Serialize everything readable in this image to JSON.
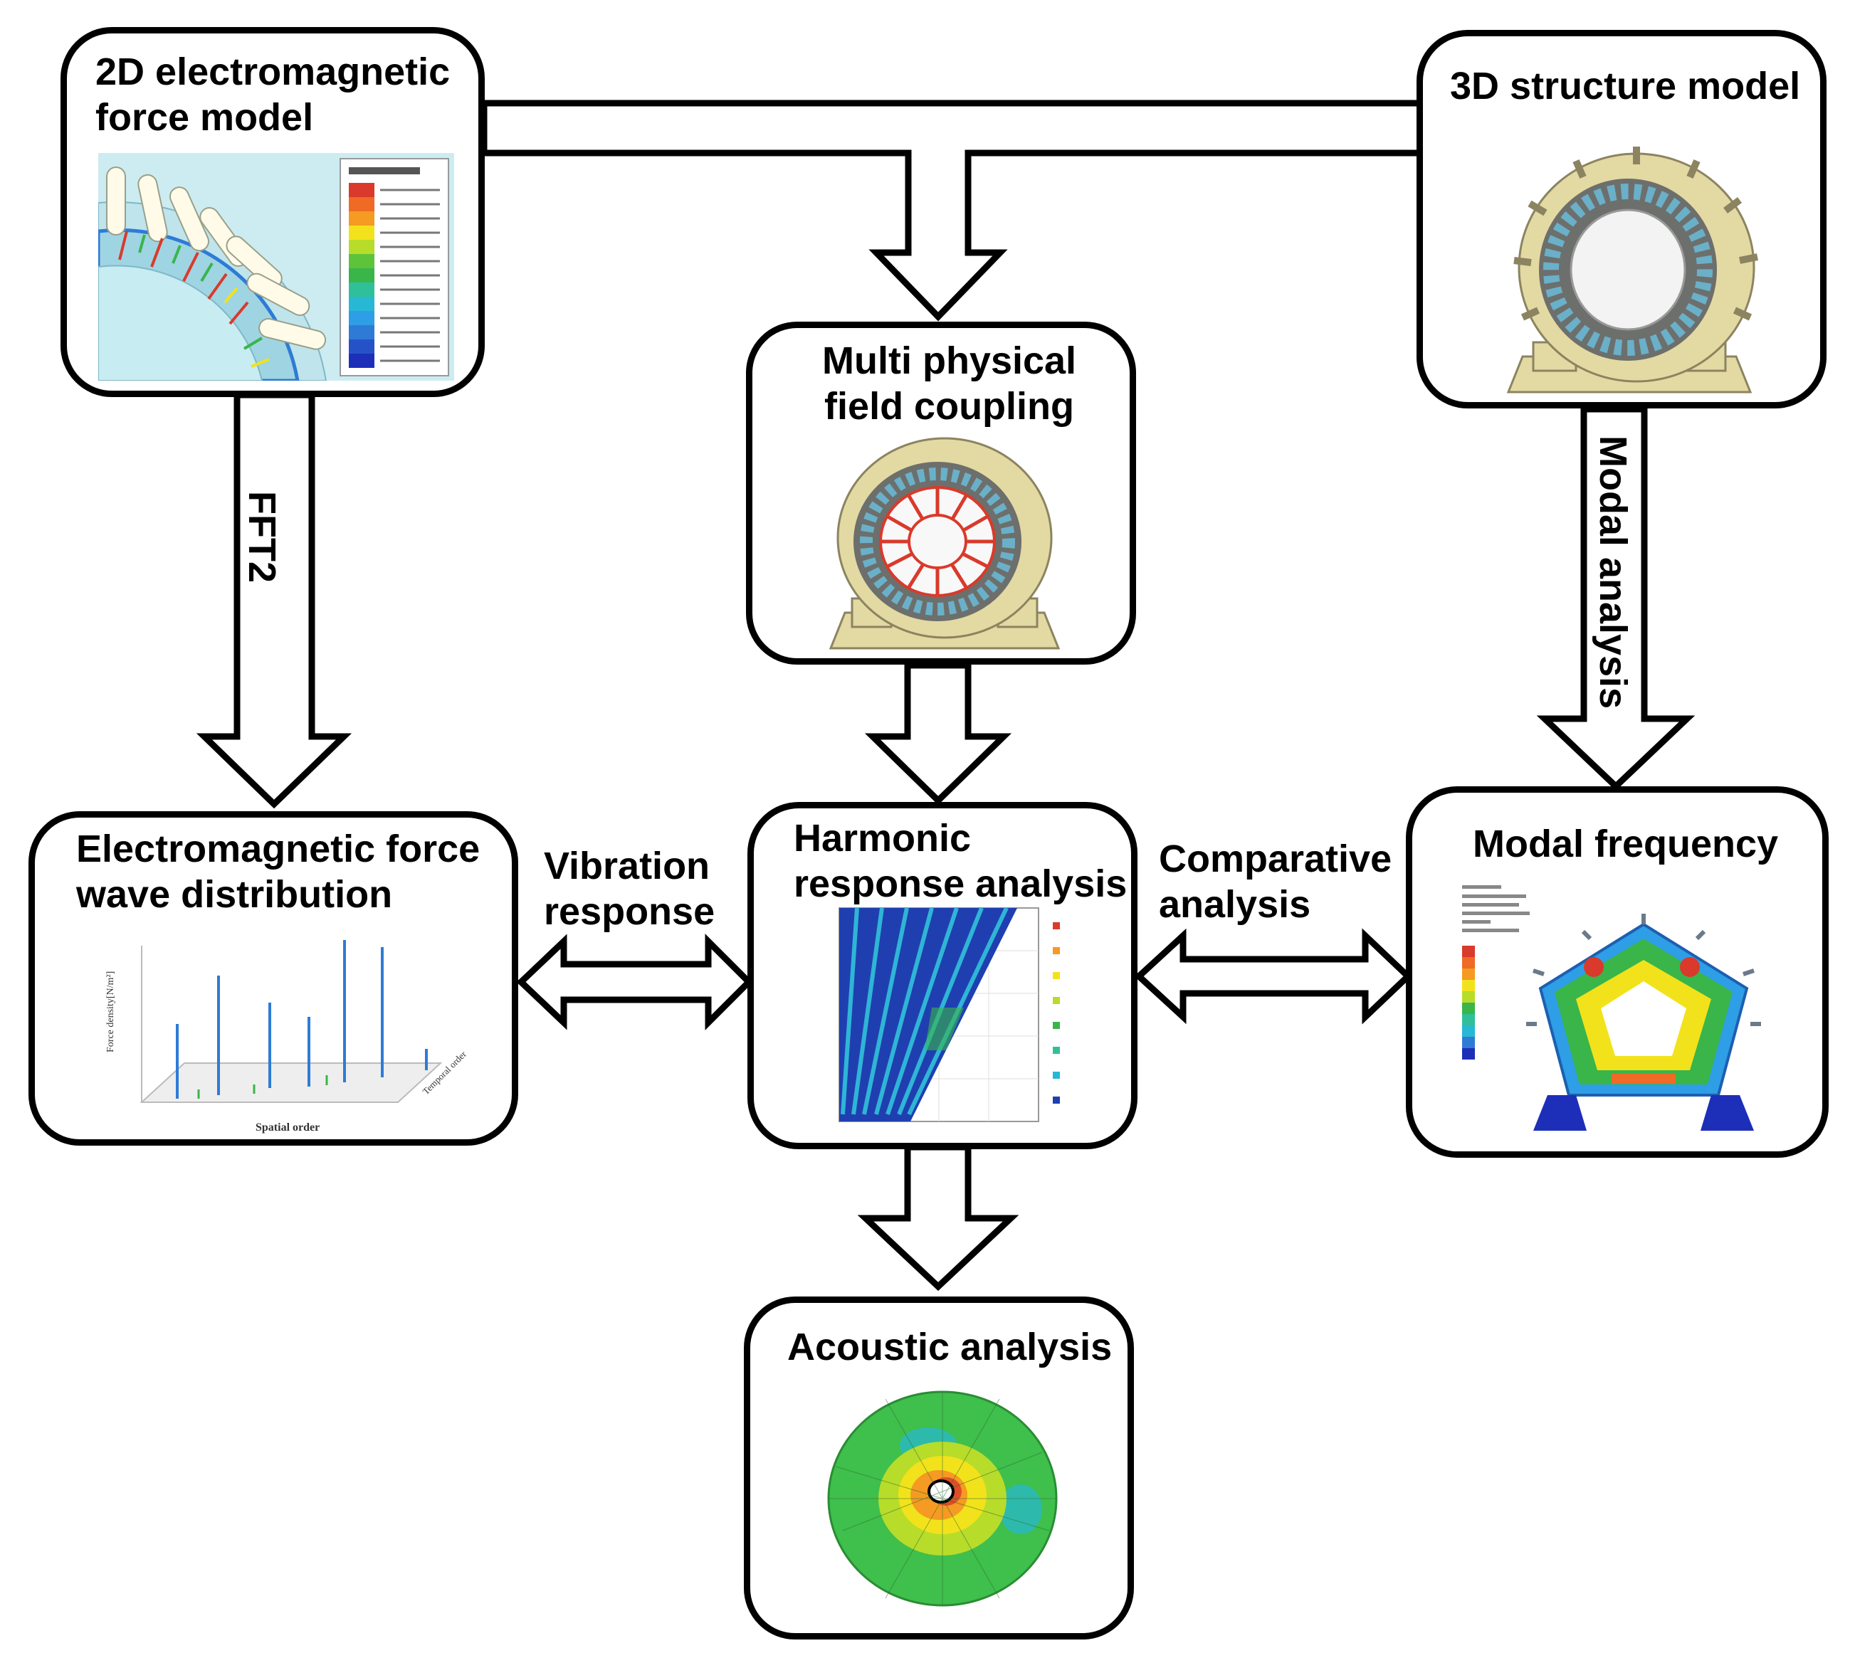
{
  "nodes": {
    "em_model": {
      "title": [
        "2D electromagnetic",
        "force model"
      ]
    },
    "structure_model": {
      "title": [
        "3D structure model"
      ]
    },
    "coupling": {
      "title": [
        "Multi physical",
        "field coupling"
      ]
    },
    "force_wave": {
      "title": [
        "Electromagnetic force",
        "wave distribution"
      ]
    },
    "harmonic": {
      "title": [
        "Harmonic",
        "response analysis"
      ]
    },
    "modal_freq": {
      "title": [
        "Modal frequency"
      ]
    },
    "acoustic": {
      "title": [
        "Acoustic analysis"
      ]
    }
  },
  "edges": {
    "fft": {
      "label": "FFT2"
    },
    "modal_analysis": {
      "label": "Modal analysis"
    },
    "vibration": {
      "label": [
        "Vibration",
        "response"
      ]
    },
    "comparative": {
      "label": [
        "Comparative",
        "analysis"
      ]
    }
  },
  "embedded_images": {
    "force_wave_axis": {
      "ylabel": "Force density[N/m²]",
      "xlabel": "Spatial order",
      "zlabel": "Temporal order"
    }
  },
  "colors": {
    "outline": "#000000",
    "machine": "#e3d9a3",
    "field_blue": "#2e7bd6",
    "field_red": "#d93a2b",
    "field_green": "#39b54a",
    "field_yellow": "#f2e21b"
  }
}
